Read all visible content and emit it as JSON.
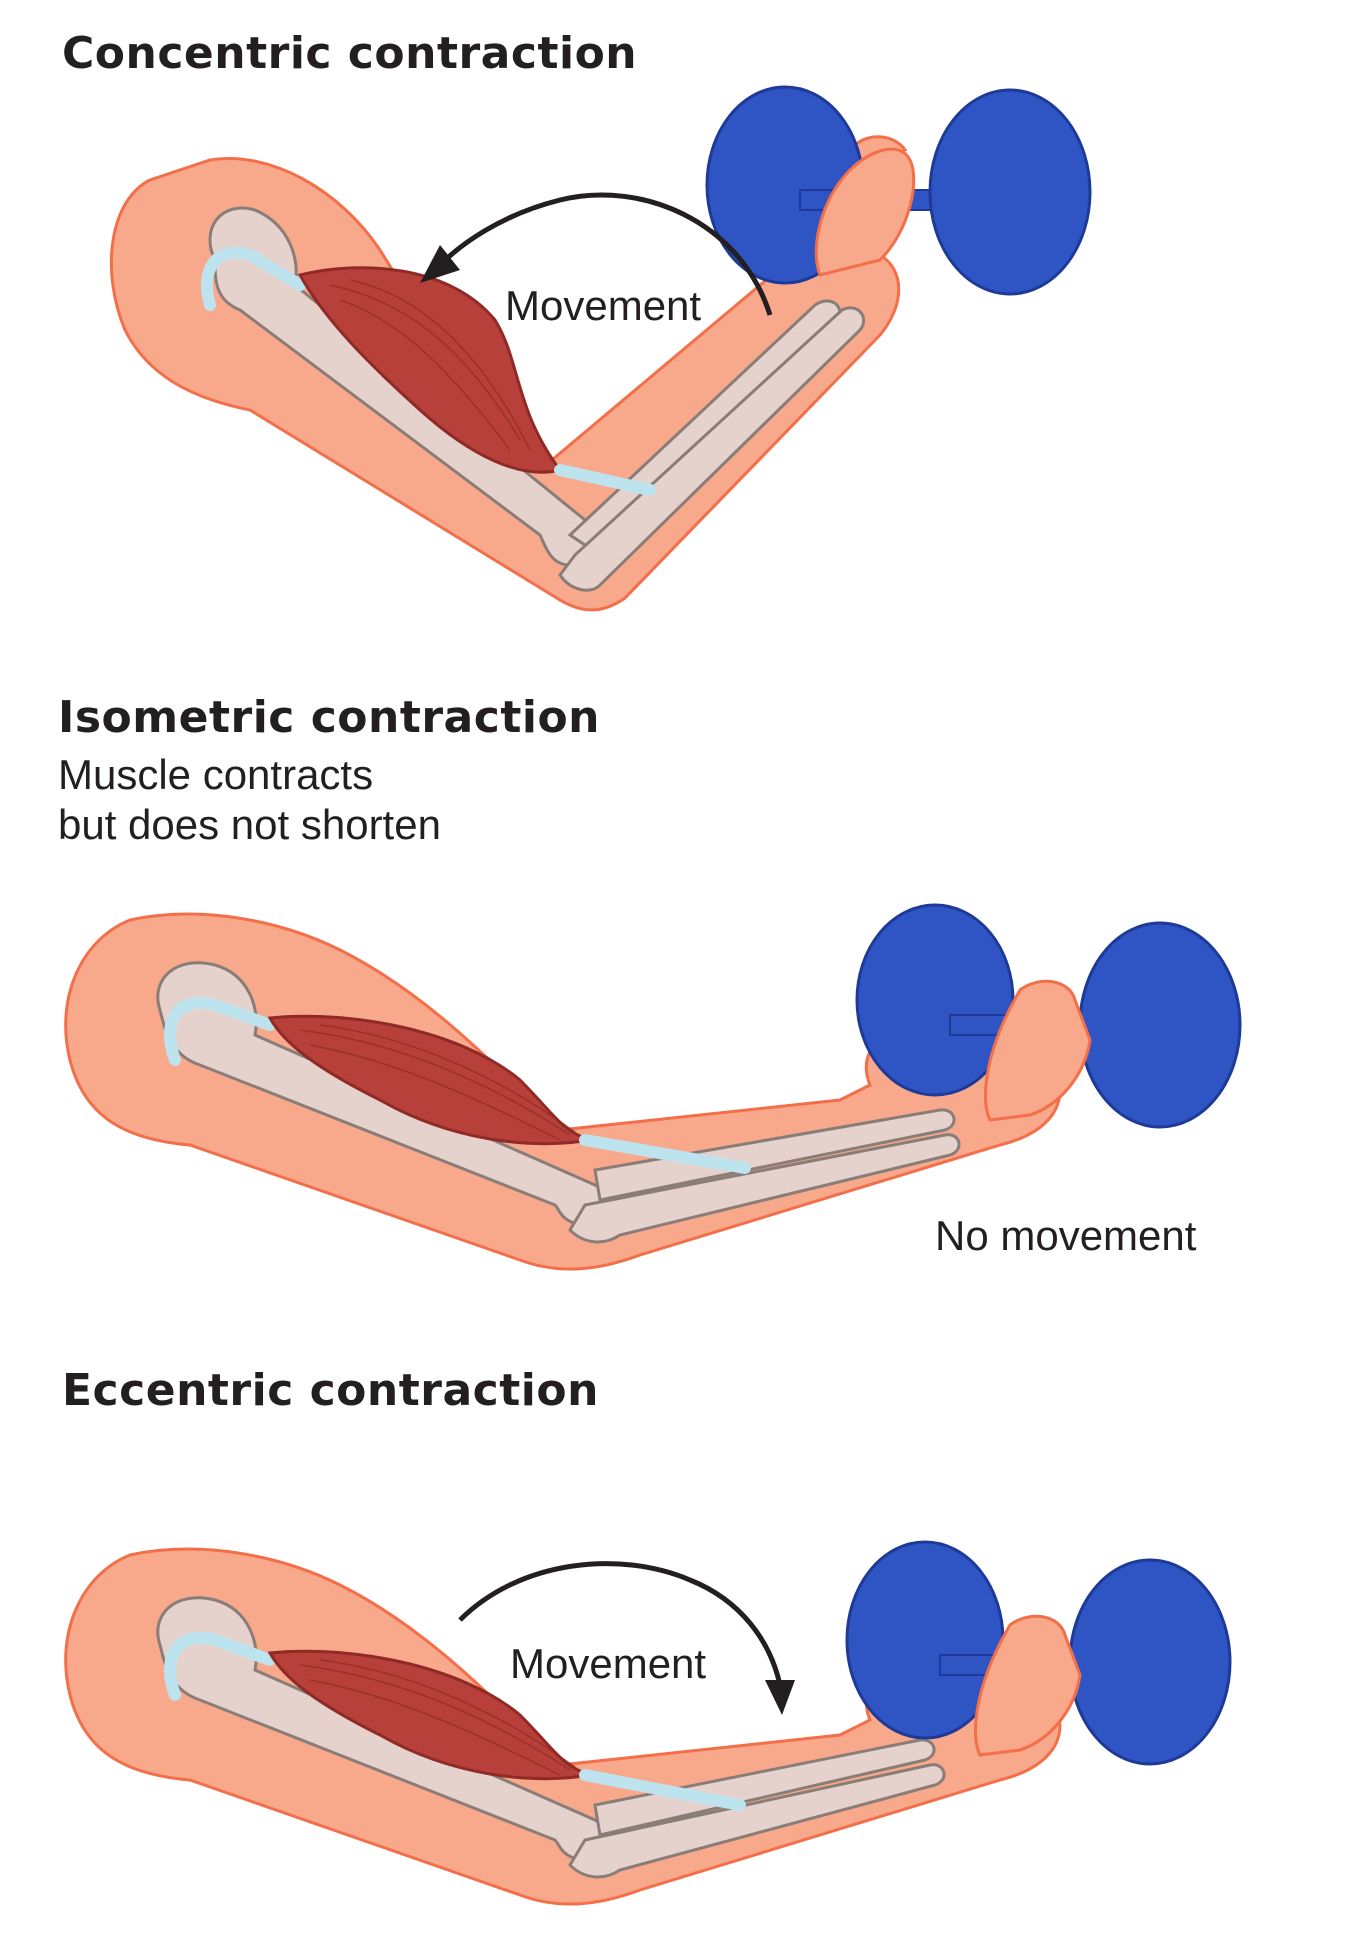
{
  "colors": {
    "skin": "#f8a98c",
    "skin_outline": "#f36f4a",
    "bone": "#e6d2cc",
    "bone_outline": "#8a7d78",
    "muscle": "#b8403a",
    "muscle_dark": "#8f2a26",
    "tendon": "#bde3ef",
    "weight": "#2f55c4",
    "weight_dark": "#1d3a98",
    "text": "#231f20"
  },
  "panels": [
    {
      "title": "Concentric contraction",
      "arrow_label": "Movement"
    },
    {
      "title": "Isometric contraction",
      "subtitle_lines": [
        "Muscle contracts",
        "but does not shorten"
      ],
      "status_label": "No movement"
    },
    {
      "title": "Eccentric contraction",
      "arrow_label": "Movement"
    }
  ]
}
